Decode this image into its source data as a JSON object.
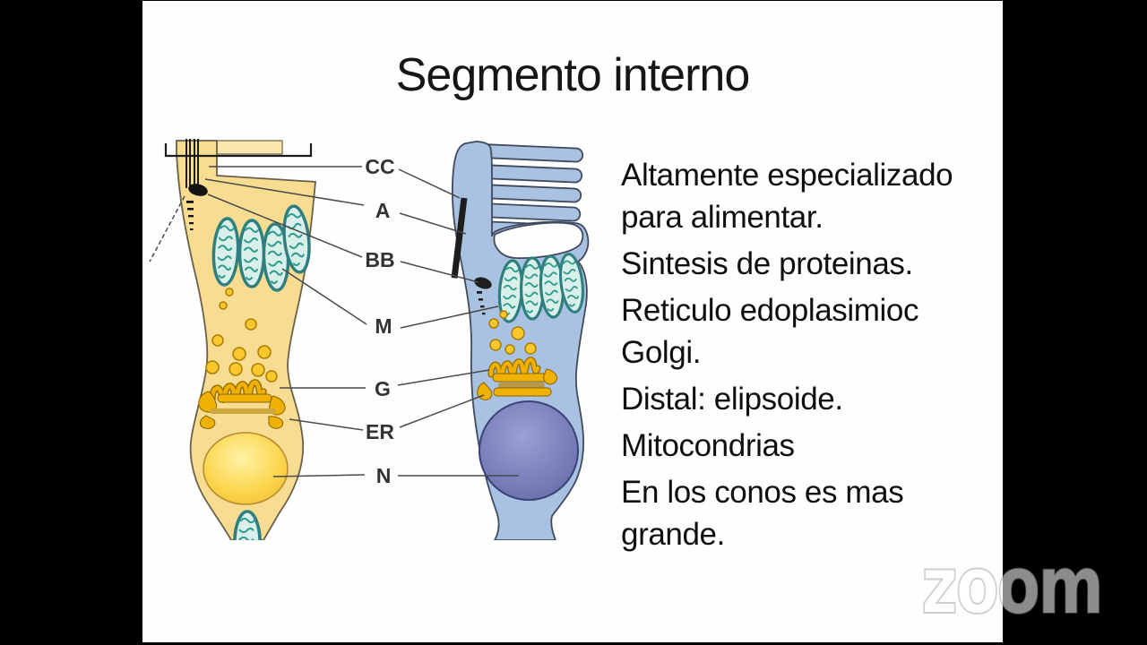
{
  "slide": {
    "title": "Segmento interno",
    "bullets": [
      "Altamente especializado para alimentar.",
      "Sintesis de proteinas.",
      "Reticulo edoplasimioc Golgi.",
      "Distal: elipsoide.",
      "Mitocondrias",
      "En los conos es mas grande."
    ]
  },
  "diagram": {
    "labels": [
      "CC",
      "A",
      "BB",
      "M",
      "G",
      "ER",
      "N"
    ],
    "colors": {
      "rod_fill": "#F7DC92",
      "rod_outline": "#6a6148",
      "cone_fill": "#A9C2E2",
      "cone_outline": "#3f4a5f",
      "rod_nucleus": "#F7CB3D",
      "cone_nucleus": "#6B72AF",
      "mitochondria_fill": "#D9EFEA",
      "mitochondria_stroke": "#2F7F7F",
      "vesicle_fill": "#FBC72D",
      "golgi_fill": "#F0B105"
    }
  },
  "watermark": {
    "brand": "zoom"
  }
}
